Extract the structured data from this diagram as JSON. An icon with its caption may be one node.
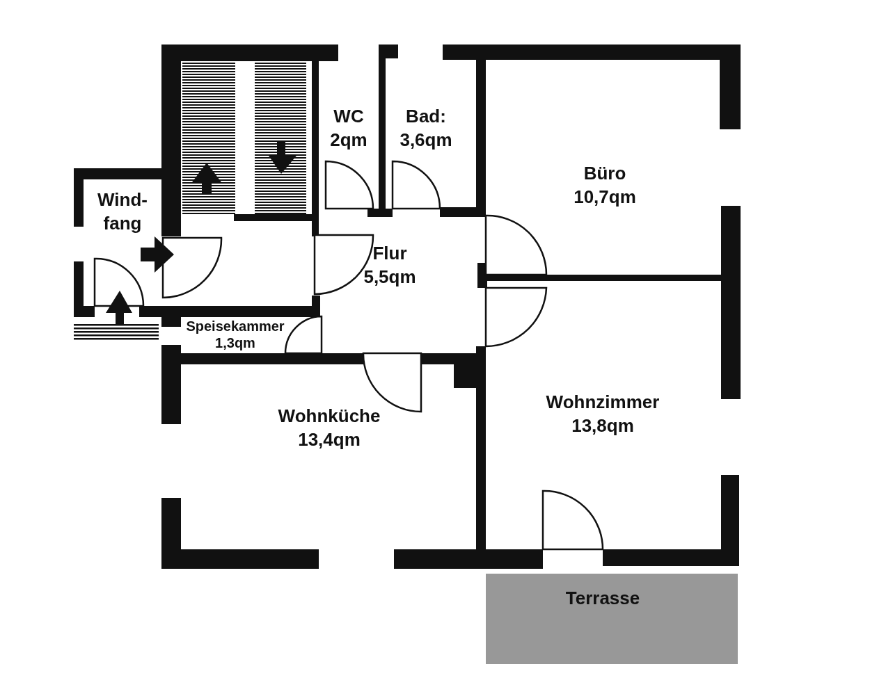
{
  "diagram": {
    "nodes": [
      {
        "text": [
          "Wind- fang"
        ]
      },
      {
        "text": [
          "WC",
          "2qm"
        ]
      },
      {
        "text": [
          "Bad:",
          "3,6qm"
        ]
      },
      {
        "text": [
          "Büro",
          "10,7qm"
        ]
      },
      {
        "text": [
          "Flur",
          "5,5qm"
        ]
      },
      {
        "text": [
          "Speisekammer",
          "1,3qm"
        ]
      },
      {
        "text": [
          "Wohnküche",
          "13,4qm"
        ]
      },
      {
        "text": [
          "Wohnzimmer",
          "13,8qm"
        ]
      },
      {
        "text": [
          "Terrasse"
        ]
      }
    ]
  }
}
